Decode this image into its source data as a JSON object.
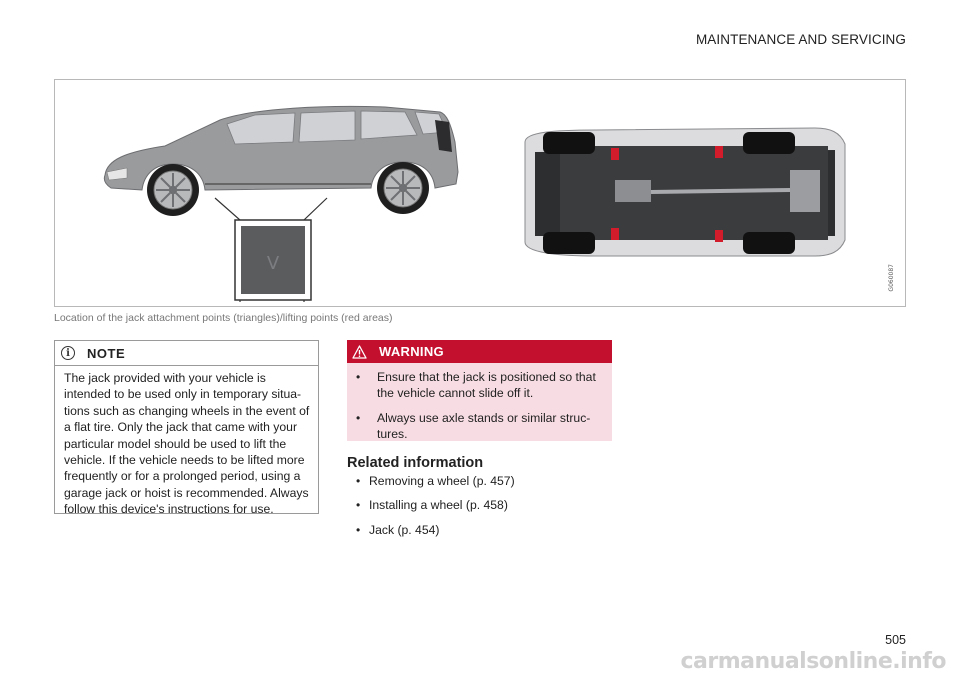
{
  "header": {
    "section": "MAINTENANCE AND SERVICING"
  },
  "figure": {
    "image_code": "G060087",
    "caption": "Location of the jack attachment points (triangles)/lifting points (red areas)"
  },
  "note": {
    "title": "NOTE",
    "icon": "info-icon",
    "body": "The jack provided with your vehicle is intended to be used only in temporary situa-tions such as changing wheels in the event of a flat tire. Only the jack that came with your particular model should be used to lift the vehicle. If the vehicle needs to be lifted more frequently or for a prolonged period, using a garage jack or hoist is recommended. Always follow this device's instructions for use."
  },
  "warning": {
    "title": "WARNING",
    "icon": "warning-triangle-icon",
    "items": [
      "Ensure that the jack is positioned so that the vehicle cannot slide off it.",
      "Always use axle stands or similar struc-tures."
    ]
  },
  "related": {
    "heading": "Related information",
    "items": [
      "Removing a wheel (p. 457)",
      "Installing a wheel (p. 458)",
      "Jack (p. 454)"
    ]
  },
  "page_number": "505",
  "watermark": "carmanualsonline.info",
  "colors": {
    "warning_red": "#c3102f",
    "warning_bg": "#f7dce3",
    "lift_point": "#d21c2c"
  }
}
